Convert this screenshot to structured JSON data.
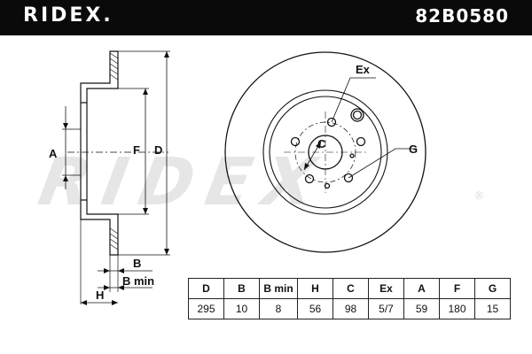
{
  "header": {
    "brand": "RIDEX.",
    "part_number": "82B0580",
    "background": "#0a0a0a"
  },
  "watermark": {
    "text": "RIDEX",
    "reg": "®"
  },
  "labels": {
    "A": "A",
    "F": "F",
    "D": "D",
    "B": "B",
    "B_min": "B min",
    "H": "H",
    "Ex": "Ex",
    "C": "C",
    "G": "G"
  },
  "specs": {
    "headers": [
      "D",
      "B",
      "B min",
      "H",
      "C",
      "Ex",
      "A",
      "F",
      "G"
    ],
    "values": [
      "295",
      "10",
      "8",
      "56",
      "98",
      "5/7",
      "59",
      "180",
      "15"
    ]
  }
}
